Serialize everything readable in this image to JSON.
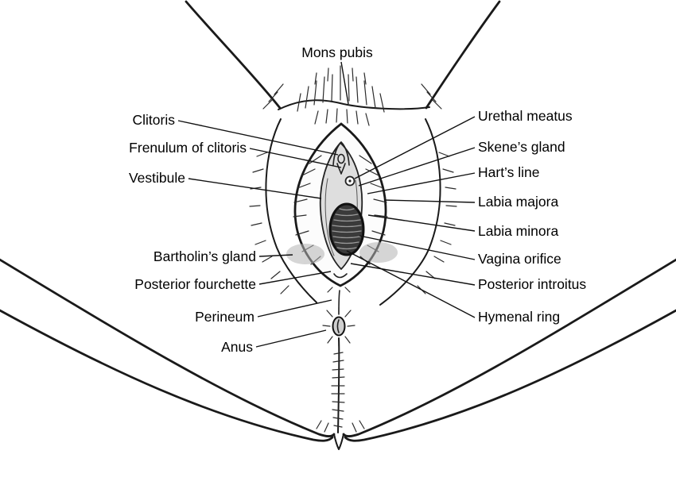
{
  "figure": {
    "description": "Line drawing of female external genitalia (vulva and perineum) with anatomical labels",
    "background_color": "#ffffff",
    "line_color": "#1a1a1a",
    "label_color": "#000000",
    "shade_color": "#b4b4b4",
    "vestibule_fill": "#dedede",
    "orifice_color": "#3a3a3a"
  },
  "labels": {
    "mons_pubis": "Mons pubis",
    "clitoris": "Clitoris",
    "frenulum": "Frenulum of clitoris",
    "vestibule": "Vestibule",
    "bartholins_gland": "Bartholin’s gland",
    "posterior_fourchette": "Posterior fourchette",
    "perineum": "Perineum",
    "anus": "Anus",
    "urethal_meatus": "Urethal meatus",
    "skenes_gland": "Skene’s gland",
    "harts_line": "Hart’s line",
    "labia_majora": "Labia majora",
    "labia_minora": "Labia minora",
    "vagina_orifice": "Vagina orifice",
    "posterior_introitus": "Posterior introitus",
    "hymenal_ring": "Hymenal ring"
  }
}
